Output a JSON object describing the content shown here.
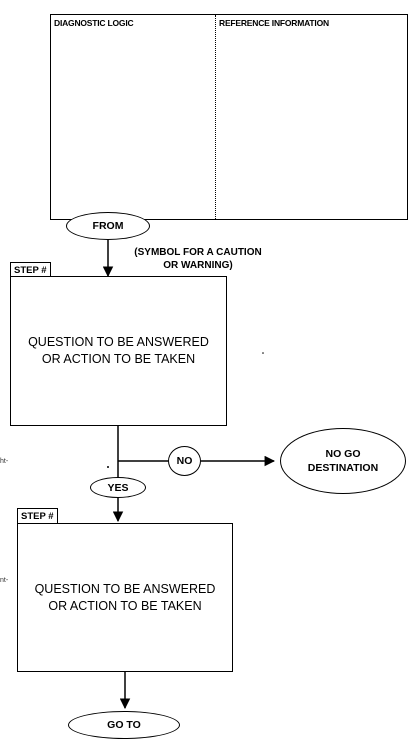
{
  "header": {
    "diagnostic_logic": "DIAGNOSTIC LOGIC",
    "reference_information": "REFERENCE INFORMATION"
  },
  "from_oval": "FROM",
  "caution_note": {
    "line1": "(SYMBOL FOR A CAUTION",
    "line2": "OR WARNING)"
  },
  "step1": {
    "tab": "STEP #",
    "line1": "QUESTION TO BE ANSWERED",
    "line2": "OR ACTION TO BE TAKEN"
  },
  "decision": {
    "no_label": "NO",
    "yes_label": "YES",
    "nogo_line1": "NO GO",
    "nogo_line2": "DESTINATION"
  },
  "step2": {
    "tab": "STEP #",
    "line1": "QUESTION TO BE ANSWERED",
    "line2": "OR ACTION TO BE TAKEN"
  },
  "goto_oval": "GO TO",
  "margin_fragments": {
    "upper": "ht-",
    "lower": "nt-"
  }
}
